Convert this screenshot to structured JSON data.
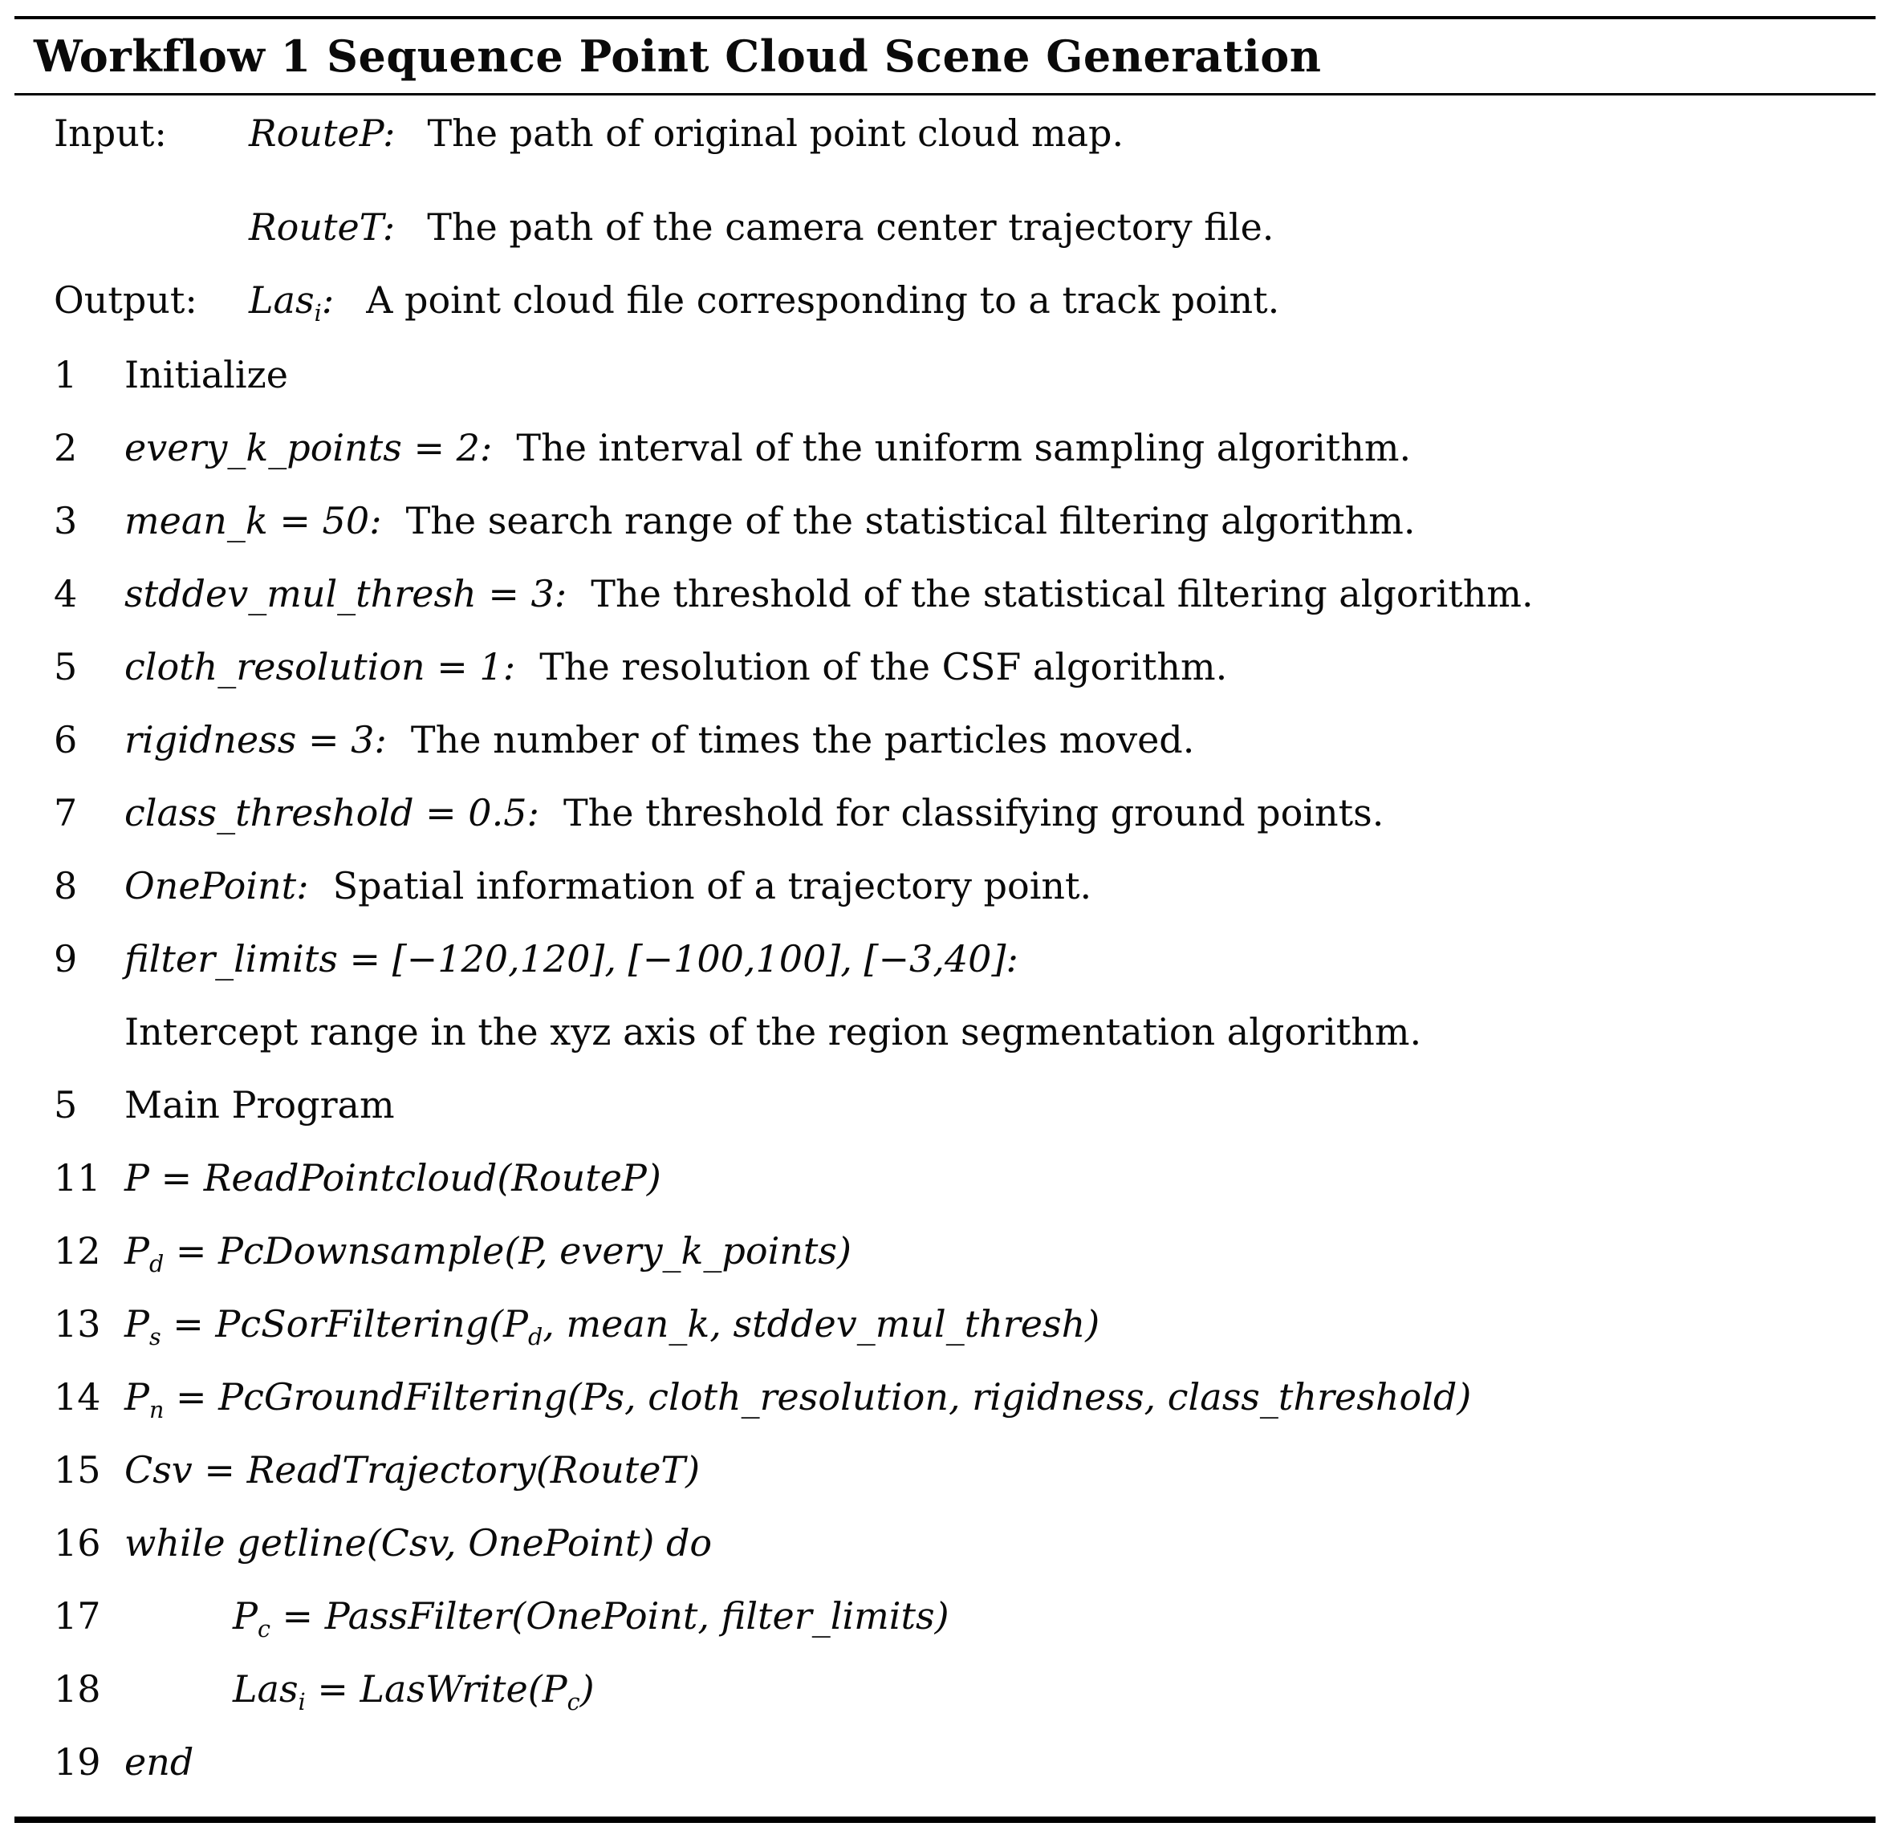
{
  "workflow": {
    "title": "Workflow 1 Sequence Point Cloud Scene Generation",
    "io": [
      {
        "label": "Input:",
        "var": "RouteP:",
        "desc": "The path of original point cloud map.",
        "gap_before": false
      },
      {
        "label": "",
        "var": "RouteT:",
        "desc": "The path of the camera center trajectory file.",
        "gap_before": true
      },
      {
        "label": "Output:",
        "var": "Las_{i}:",
        "desc": "A point cloud file corresponding to a track point.",
        "gap_before": false
      }
    ],
    "lines": [
      {
        "num": "1",
        "code": "",
        "plain": "Initialize",
        "desc": "",
        "indent": false
      },
      {
        "num": "2",
        "code": "every_k_points = 2:",
        "plain": "",
        "desc": "The interval of the uniform sampling algorithm.",
        "indent": false
      },
      {
        "num": "3",
        "code": "mean_k = 50:",
        "plain": "",
        "desc": "The search range of the statistical filtering algorithm.",
        "indent": false
      },
      {
        "num": "4",
        "code": "stddev_mul_thresh = 3:",
        "plain": "",
        "desc": "The threshold of the statistical filtering algorithm.",
        "indent": false
      },
      {
        "num": "5",
        "code": "cloth_resolution = 1:",
        "plain": "",
        "desc": "The resolution of the CSF algorithm.",
        "indent": false
      },
      {
        "num": "6",
        "code": "rigidness = 3:",
        "plain": "",
        "desc": "The number of times the particles moved.",
        "indent": false
      },
      {
        "num": "7",
        "code": "class_threshold = 0.5:",
        "plain": "",
        "desc": "The threshold for classifying ground points.",
        "indent": false
      },
      {
        "num": "8",
        "code": "OnePoint:",
        "plain": "",
        "desc": "Spatial information of a trajectory point.",
        "indent": false
      },
      {
        "num": "9",
        "code": "filter_limits = [−120,120], [−100,100], [−3,40]:",
        "plain": "",
        "desc": "",
        "indent": false
      },
      {
        "num": "",
        "code": "",
        "plain": "Intercept range in the xyz axis of the region segmentation algorithm.",
        "desc": "",
        "indent": false
      },
      {
        "num": "5",
        "code": "",
        "plain": "Main Program",
        "desc": "",
        "indent": false
      },
      {
        "num": "11",
        "code": "P = ReadPointcloud(RouteP)",
        "plain": "",
        "desc": "",
        "indent": false
      },
      {
        "num": "12",
        "code": "P_{d} = PcDownsample(P, every_k_points)",
        "plain": "",
        "desc": "",
        "indent": false
      },
      {
        "num": "13",
        "code": "P_{s} = PcSorFiltering(P_{d}, mean_k, stddev_mul_thresh)",
        "plain": "",
        "desc": "",
        "indent": false
      },
      {
        "num": "14",
        "code": "P_{n} = PcGroundFiltering(Ps, cloth_resolution, rigidness, class_threshold)",
        "plain": "",
        "desc": "",
        "indent": false
      },
      {
        "num": "15",
        "code": "Csv = ReadTrajectory(RouteT)",
        "plain": "",
        "desc": "",
        "indent": false
      },
      {
        "num": "16",
        "code": "while getline(Csv, OnePoint) do",
        "plain": "",
        "desc": "",
        "indent": false
      },
      {
        "num": "17",
        "code": "P_{c} = PassFilter(OnePoint, filter_limits)",
        "plain": "",
        "desc": "",
        "indent": true
      },
      {
        "num": "18",
        "code": "Las_{i} = LasWrite(P_{c})",
        "plain": "",
        "desc": "",
        "indent": true
      },
      {
        "num": "19",
        "code": "end",
        "plain": "",
        "desc": "",
        "indent": false
      }
    ]
  }
}
